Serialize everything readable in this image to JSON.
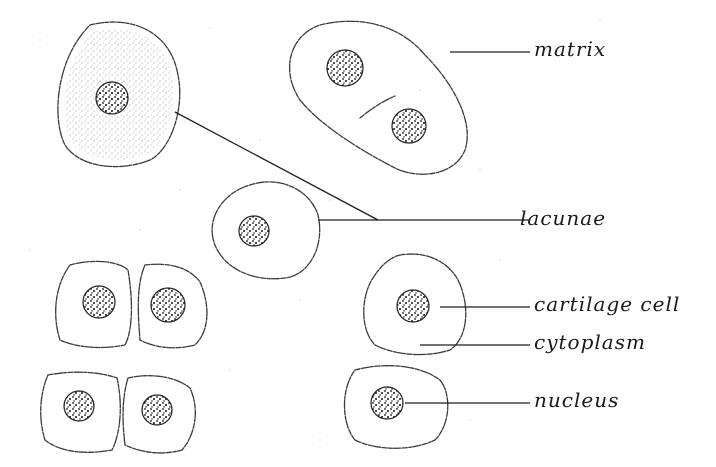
{
  "labels": {
    "matrix": "matrix",
    "lacunae": "lacunae",
    "cartilage_cell": "cartilage cell",
    "cytoplasm": "cytoplasm",
    "nucleus": "nucleus"
  }
}
